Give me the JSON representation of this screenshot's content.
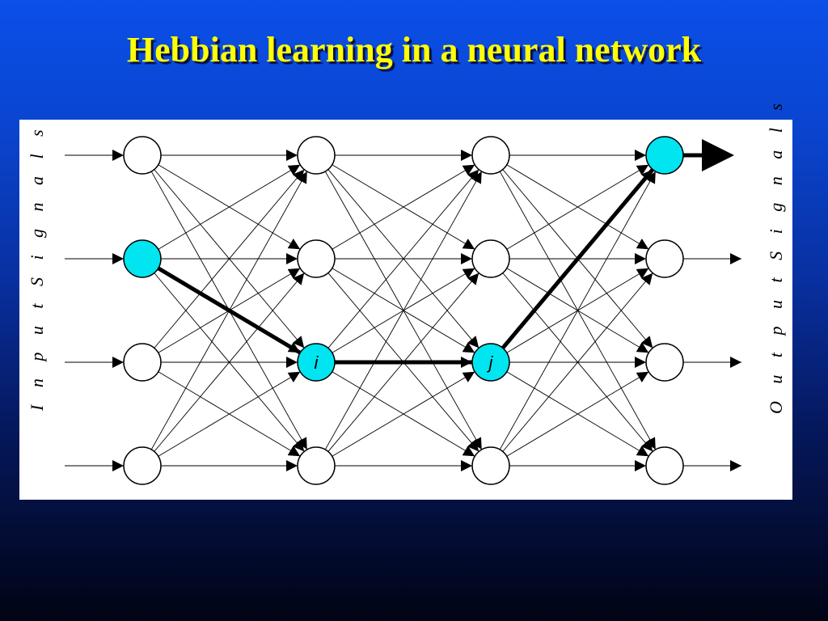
{
  "title": "Hebbian learning in a neural network",
  "input_label": "I n p u t   S i g n a l s",
  "output_label": "O u t p u t   S i g n a l s",
  "node_labels": {
    "i": "i",
    "j": "j"
  },
  "colors": {
    "active_node": "#00e5f0",
    "node": "#ffffff",
    "title": "#ffff00"
  }
}
